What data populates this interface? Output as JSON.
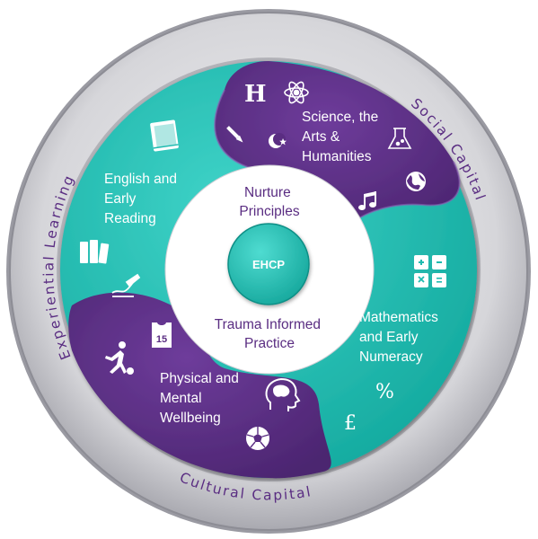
{
  "ring": {
    "left": "Experiential Learning",
    "right": "Social Capital",
    "bottom": "Cultural Capital"
  },
  "segments": {
    "english": [
      "English and",
      "Early",
      "Reading"
    ],
    "science": [
      "Science, the",
      "Arts &",
      "Humanities"
    ],
    "maths": [
      "Mathematics",
      "and Early",
      "Numeracy"
    ],
    "physical": [
      "Physical and",
      "Mental",
      "Wellbeing"
    ]
  },
  "core": {
    "top": [
      "Nurture",
      "Principles"
    ],
    "bottom": [
      "Trauma Informed",
      "Practice"
    ],
    "center": "EHCP"
  },
  "icons": {
    "humanities_letter": "H",
    "jersey_number": "15",
    "percent": "%",
    "pound": "£"
  },
  "colors": {
    "teal": "#1ebbb0",
    "purple": "#5a2d82",
    "ring": "#c9c9ce"
  }
}
